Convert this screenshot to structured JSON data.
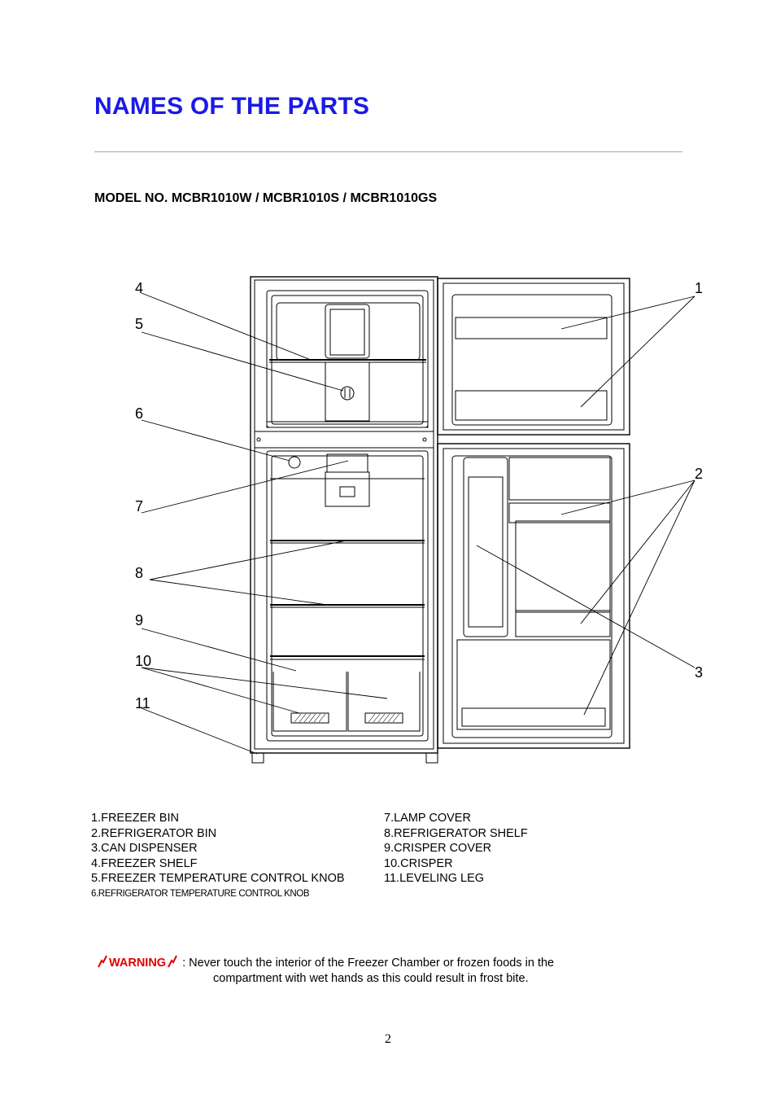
{
  "title": "NAMES OF THE PARTS",
  "model": "MODEL NO.  MCBR1010W / MCBR1010S / MCBR1010GS",
  "callouts": [
    "1",
    "2",
    "3",
    "4",
    "5",
    "6",
    "7",
    "8",
    "9",
    "10",
    "11"
  ],
  "parts_left": [
    "1.FREEZER  BIN",
    "2.REFRIGERATOR  BIN",
    "3.CAN DISPENSER",
    "4.FREEZER SHELF",
    "5.FREEZER TEMPERATURE CONTROL KNOB",
    "6.REFRIGERATOR  TEMPERATURE  CONTROL KNOB"
  ],
  "parts_right": [
    "7.LAMP COVER",
    "8.REFRIGERATOR  SHELF",
    "9.CRISPER COVER",
    "10.CRISPER",
    "11.LEVELING LEG"
  ],
  "warning": {
    "label": "WARNING",
    "text_line1": ":  Never touch the interior of the Freezer Chamber or frozen foods in the",
    "text_line2": "compartment with wet hands as this could result in frost bite.",
    "accent_color": "#e00000"
  },
  "page_number": "2",
  "colors": {
    "title": "#1a1ae6",
    "rule": "#a9a9a9"
  }
}
